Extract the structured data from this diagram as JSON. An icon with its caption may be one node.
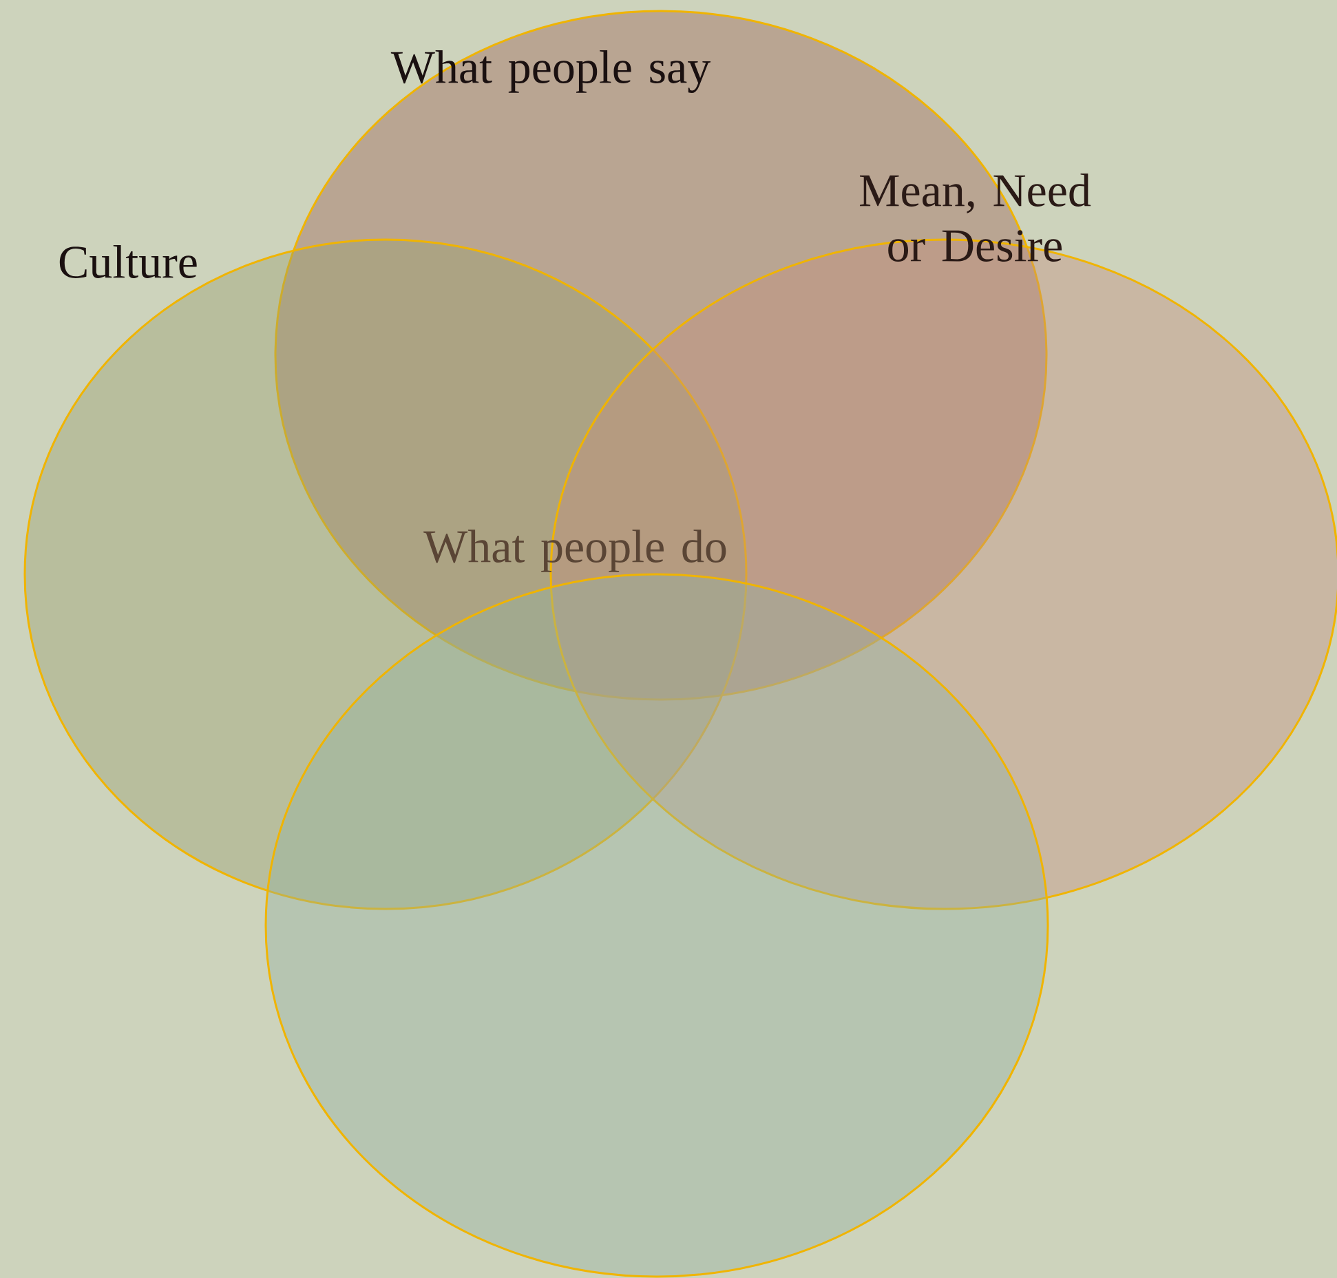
{
  "diagram": {
    "nodes": [
      {
        "text": [],
        "shape": "ellipse"
      },
      {
        "text": [],
        "shape": "ellipse"
      },
      {
        "text": [],
        "shape": "ellipse"
      },
      {
        "text": [],
        "shape": "ellipse"
      }
    ],
    "labels": [
      "What people say",
      "Culture",
      "Mean, Need or Desire",
      "What people do"
    ]
  }
}
